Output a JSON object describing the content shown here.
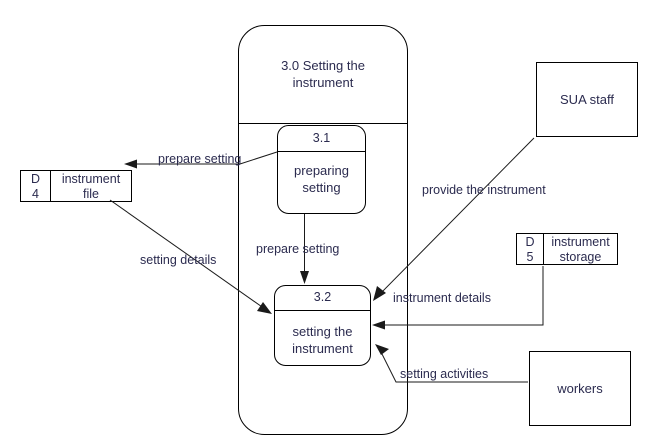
{
  "diagram": {
    "type": "data-flow-diagram",
    "background_color": "#ffffff",
    "line_color": "#000000",
    "text_color": "#2b2b4f",
    "context": {
      "id": "3.0",
      "label": "3.0 Setting the instrument",
      "line1": "3.0 Setting the",
      "line2": "instrument"
    },
    "processes": [
      {
        "number": "3.1",
        "name_line1": "preparing",
        "name_line2": "setting",
        "name": "preparing setting"
      },
      {
        "number": "3.2",
        "name_line1": "setting the",
        "name_line2": "instrument",
        "name": "setting the instrument"
      }
    ],
    "data_stores": [
      {
        "letter": "D",
        "number": "4",
        "name_line1": "instrument",
        "name_line2": "file",
        "name": "instrument file"
      },
      {
        "letter": "D",
        "number": "5",
        "name_line1": "instrument",
        "name_line2": "storage",
        "name": "instrument storage"
      }
    ],
    "external_entities": [
      {
        "name": "SUA staff"
      },
      {
        "name": "workers"
      }
    ],
    "data_flows": [
      {
        "label": "prepare setting",
        "from": "3.1",
        "to": "D4"
      },
      {
        "label": "prepare setting",
        "from": "3.1",
        "to": "3.2"
      },
      {
        "label": "setting details",
        "from": "D4",
        "to": "3.2"
      },
      {
        "label": "provide the instrument",
        "from": "SUA staff",
        "to": "3.2"
      },
      {
        "label": "instrument details",
        "from": "D5",
        "to": "3.2"
      },
      {
        "label": "setting activities",
        "from": "workers",
        "to": "3.2"
      }
    ]
  }
}
